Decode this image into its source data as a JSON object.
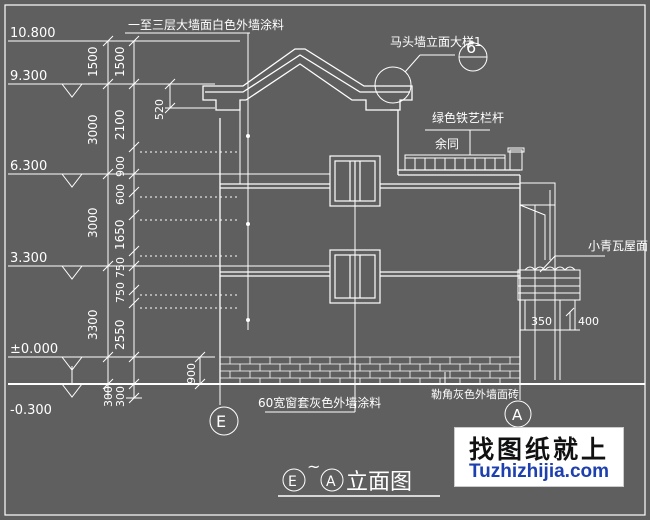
{
  "levels": [
    {
      "label": "10.800"
    },
    {
      "label": "9.300"
    },
    {
      "label": "6.300"
    },
    {
      "label": "3.300"
    },
    {
      "label": "±0.000"
    },
    {
      "label": "-0.300"
    }
  ],
  "dims_outer": [
    "1500",
    "3000",
    "3000",
    "3300",
    "300"
  ],
  "dims_inner": [
    "1500",
    "2100",
    "900",
    "600",
    "1650",
    "750",
    "750",
    "2550",
    "300"
  ],
  "dims_misc": {
    "parapet": "520",
    "plinth": "900",
    "overhang": "350",
    "awning_h": "400"
  },
  "notes": {
    "wall_paint": "一至三层大墙面白色外墙涂料",
    "gable_detail": "马头墙立面大样1",
    "detail_number": "6",
    "railing": "绿色铁艺栏杆",
    "railing_sub": "余同",
    "roof_tile": "小青瓦屋面",
    "window_trim": "60宽窗套灰色外墙涂料",
    "plinth_brick": "勒角灰色外墙面砖"
  },
  "axes": {
    "left": "E",
    "right": "A"
  },
  "title": {
    "from": "E",
    "sep": "~",
    "to": "A",
    "text": "立面图"
  },
  "watermark": {
    "cn": "找图纸就上",
    "en": "Tuzhizhijia.com"
  },
  "colors": {
    "background": "#5f5f5f",
    "lines": "#ffffff",
    "watermark_blue": "#1e3fae"
  }
}
